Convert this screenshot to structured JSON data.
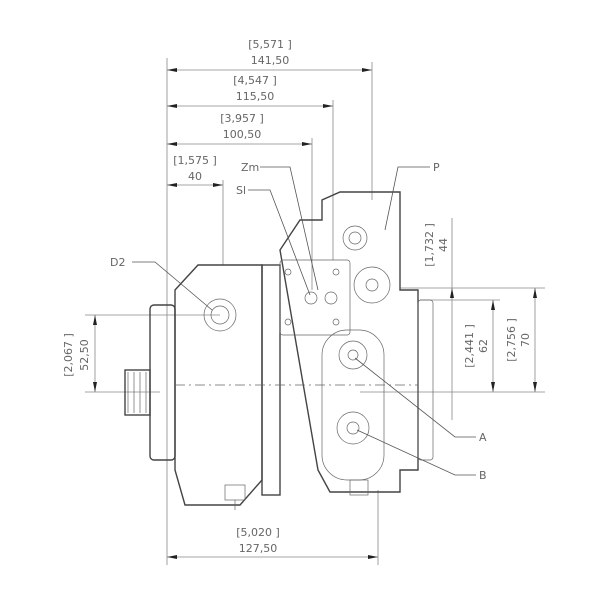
{
  "dimensions": {
    "overall_width": {
      "inch": "[5,571 ]",
      "mm": "141,50"
    },
    "width_115": {
      "inch": "[4,547 ]",
      "mm": "115,50"
    },
    "width_100": {
      "inch": "[3,957 ]",
      "mm": "100,50"
    },
    "width_40": {
      "inch": "[1,575 ]",
      "mm": "40"
    },
    "height_44": {
      "inch": "[1,732 ]",
      "mm": "44"
    },
    "height_62": {
      "inch": "[2,441 ]",
      "mm": "62"
    },
    "height_70": {
      "inch": "[2,756 ]",
      "mm": "70"
    },
    "height_52": {
      "inch": "[2,067 ]",
      "mm": "52,50"
    },
    "bottom_width": {
      "inch": "[5,020 ]",
      "mm": "127,50"
    }
  },
  "ports": {
    "zm": "Zm",
    "sl": "Sl",
    "p": "P",
    "d2": "D2",
    "a": "A",
    "b": "B"
  }
}
